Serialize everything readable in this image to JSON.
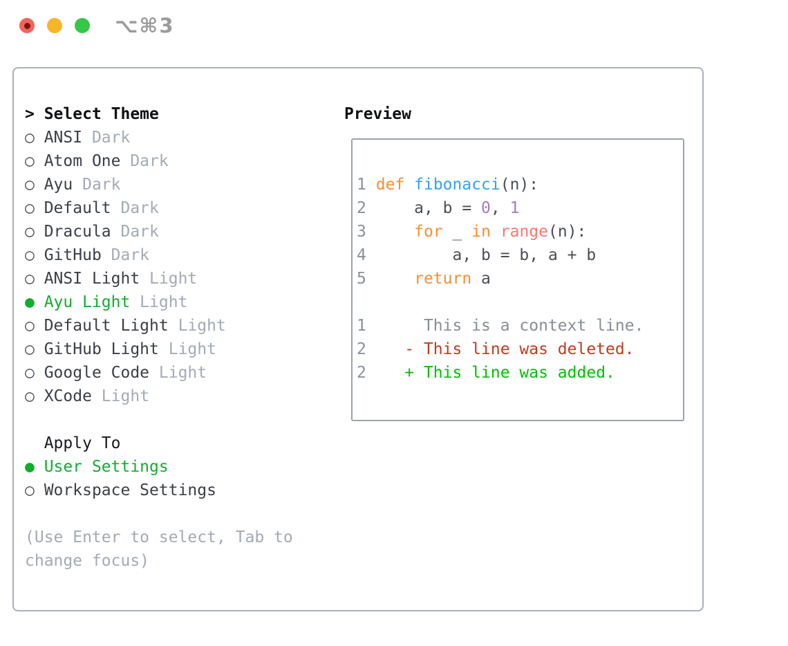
{
  "titlebar": {
    "title": "⌥⌘3",
    "buttons": [
      "close",
      "minimize",
      "zoom"
    ]
  },
  "colors": {
    "heading": "#0e1012",
    "item": "#3b4046",
    "muted": "#a3abb5",
    "radio": "#4a5057",
    "green": "#11ad2e",
    "apply": "#17191c",
    "hint": "#a3abb5",
    "panelBorder": "#a9b0ba",
    "boxBorder": "#9aa3ae",
    "title": "#9b9b9b",
    "lineno": "#8a9199",
    "pl": "#4a4f55",
    "kw": "#fb8d31",
    "fn": "#33a3e8",
    "num": "#a37acc",
    "call": "#f9776f",
    "ctx": "#878e96",
    "del": "#c23a20",
    "add": "#01be01",
    "trafficRed": "#f2635a",
    "trafficRedDot": "#7d150d",
    "trafficYellow": "#f7b529",
    "trafficGreen": "#34c748"
  },
  "theme_picker": {
    "header": {
      "prefix": ">",
      "label": "Select Theme"
    },
    "themes": [
      {
        "name": "ANSI",
        "variant": "Dark",
        "selected": false
      },
      {
        "name": "Atom One",
        "variant": "Dark",
        "selected": false
      },
      {
        "name": "Ayu",
        "variant": "Dark",
        "selected": false
      },
      {
        "name": "Default",
        "variant": "Dark",
        "selected": false
      },
      {
        "name": "Dracula",
        "variant": "Dark",
        "selected": false
      },
      {
        "name": "GitHub",
        "variant": "Dark",
        "selected": false
      },
      {
        "name": "ANSI Light",
        "variant": "Light",
        "selected": false
      },
      {
        "name": "Ayu Light",
        "variant": "Light",
        "selected": true
      },
      {
        "name": "Default Light",
        "variant": "Light",
        "selected": false
      },
      {
        "name": "GitHub Light",
        "variant": "Light",
        "selected": false
      },
      {
        "name": "Google Code",
        "variant": "Light",
        "selected": false
      },
      {
        "name": "XCode",
        "variant": "Light",
        "selected": false
      }
    ],
    "apply_to": {
      "label": "Apply To",
      "options": [
        {
          "name": "User Settings",
          "selected": true
        },
        {
          "name": "Workspace Settings",
          "selected": false
        }
      ]
    },
    "hint_lines": [
      "(Use Enter to select, Tab to",
      "change focus)"
    ]
  },
  "preview": {
    "title": "Preview",
    "lines": [
      {
        "num": "1",
        "kind": "code",
        "tokens": [
          [
            " ",
            "pl"
          ],
          [
            "def",
            "kw"
          ],
          [
            " ",
            "pl"
          ],
          [
            "fibonacci",
            "fn"
          ],
          [
            "(n):",
            "pl"
          ]
        ]
      },
      {
        "num": "2",
        "kind": "code",
        "tokens": [
          [
            "     a, b = ",
            "pl"
          ],
          [
            "0",
            "num"
          ],
          [
            ", ",
            "pl"
          ],
          [
            "1",
            "num"
          ]
        ]
      },
      {
        "num": "3",
        "kind": "code",
        "tokens": [
          [
            "     ",
            "pl"
          ],
          [
            "for",
            "kw"
          ],
          [
            " _ ",
            "pl"
          ],
          [
            "in",
            "kw"
          ],
          [
            " ",
            "pl"
          ],
          [
            "range",
            "call"
          ],
          [
            "(n):",
            "pl"
          ]
        ]
      },
      {
        "num": "4",
        "kind": "code",
        "tokens": [
          [
            "         a, b = b, a + b",
            "pl"
          ]
        ]
      },
      {
        "num": "5",
        "kind": "code",
        "tokens": [
          [
            "     ",
            "pl"
          ],
          [
            "return",
            "kw"
          ],
          [
            " a",
            "pl"
          ]
        ]
      },
      {
        "num": "",
        "kind": "blank",
        "tokens": []
      },
      {
        "num": "1",
        "kind": "context",
        "tokens": [
          [
            "      This is a context line.",
            "ctx"
          ]
        ]
      },
      {
        "num": "2",
        "kind": "deleted",
        "tokens": [
          [
            "    - This line was deleted.",
            "del"
          ]
        ]
      },
      {
        "num": "2",
        "kind": "added",
        "tokens": [
          [
            "    + This line was added.",
            "add"
          ]
        ]
      }
    ]
  }
}
